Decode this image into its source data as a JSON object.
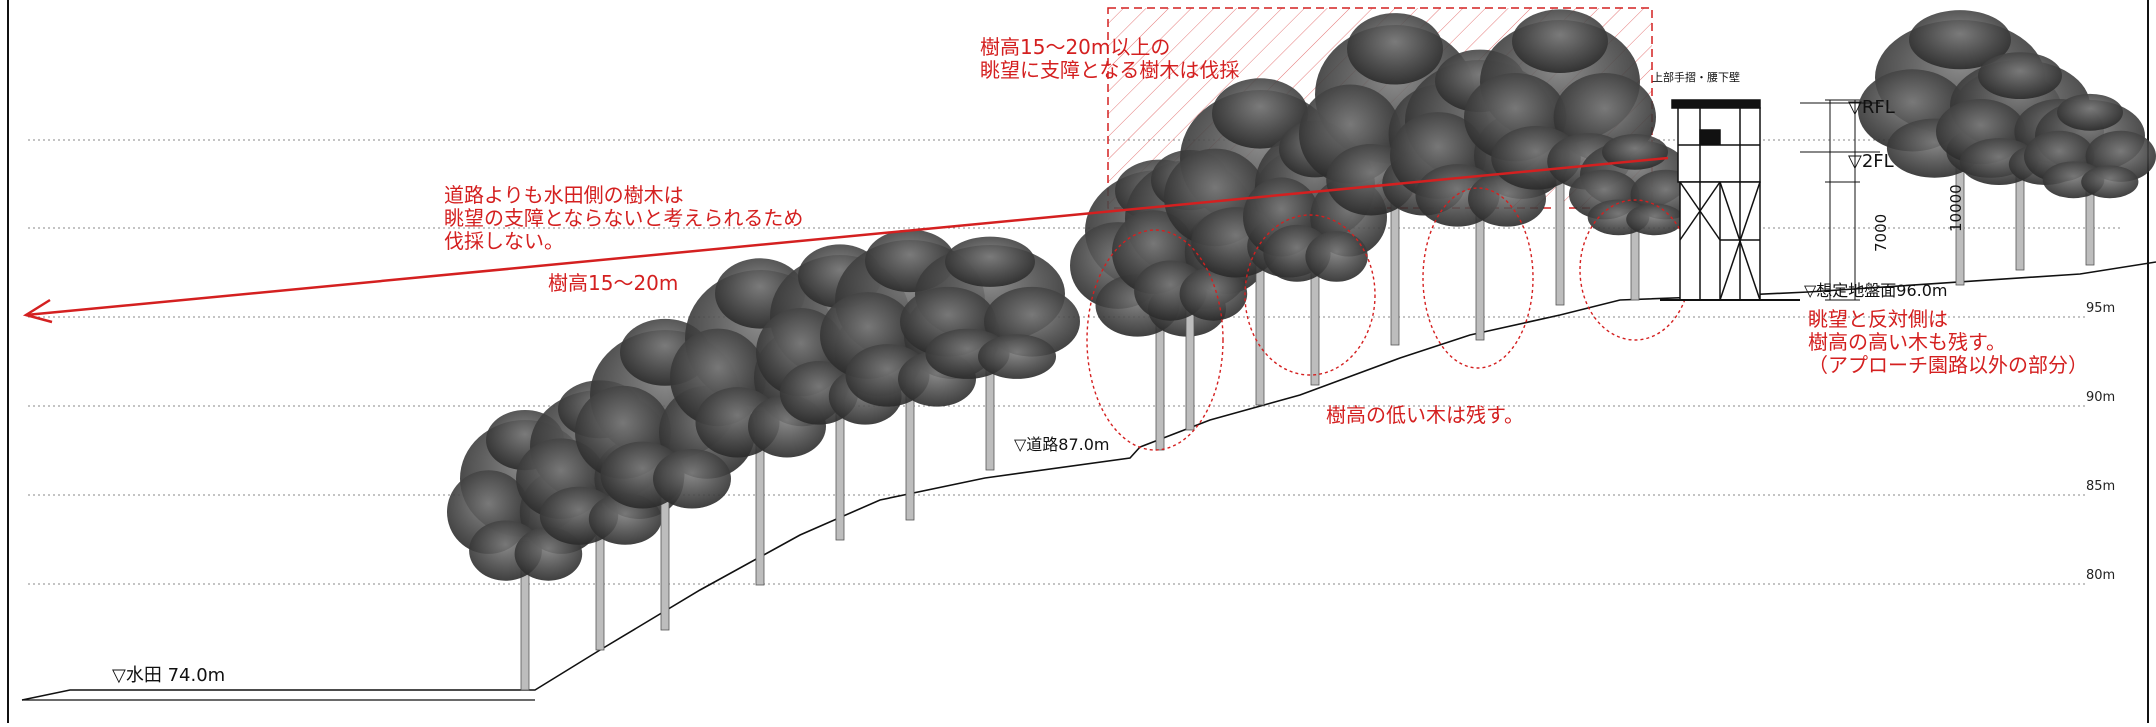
{
  "colors": {
    "annotation": "#d42020",
    "line": "#111111",
    "guide": "#888888"
  },
  "levels": {
    "paddy": "▽水田 74.0m",
    "road": "▽道路87.0m",
    "ground": "▽想定地盤面96.0m",
    "rfl": "▽RFL",
    "fl2": "▽2FL"
  },
  "elevation_labels": [
    "95m",
    "90m",
    "85m",
    "80m"
  ],
  "annotations": {
    "paddy_side": "道路よりも水田側の樹木は\n眺望の支障とならないと考えられるため\n伐採しない。",
    "paddy_height": "樹高15～20m",
    "cut_trees": "樹高15～20m以上の\n眺望に支障となる樹木は伐採",
    "low_trees": "樹高の低い木は残す。",
    "opposite_side": "眺望と反対側は\n樹高の高い木も残す。\n（アプローチ園路以外の部分）"
  },
  "building": {
    "railing_note": "上部手摺・腰下壁",
    "dim_total": "10000",
    "dim_lower": "7000"
  }
}
